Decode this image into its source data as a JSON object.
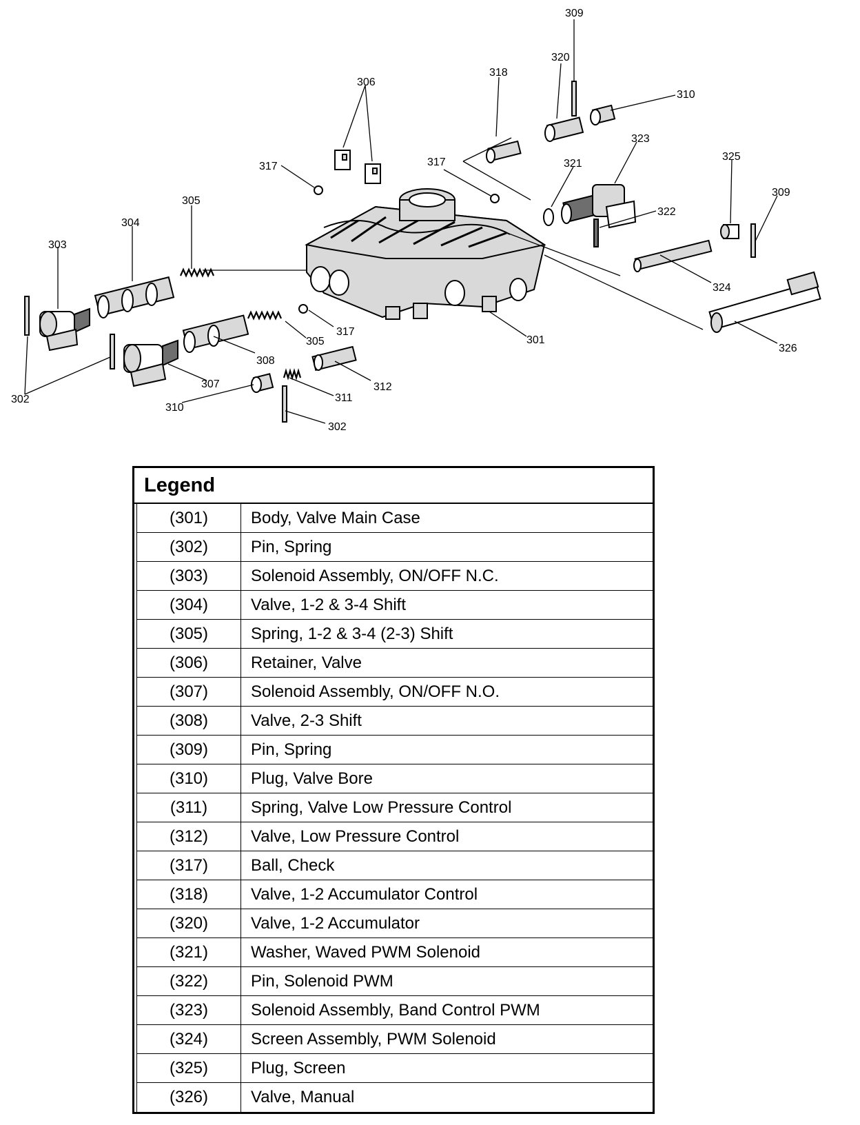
{
  "callouts": {
    "c309a": "309",
    "c320": "320",
    "c318": "318",
    "c310a": "310",
    "c306": "306",
    "c323": "323",
    "c317a": "317",
    "c317b": "317",
    "c321": "321",
    "c325": "325",
    "c309b": "309",
    "c305a": "305",
    "c322": "322",
    "c304": "304",
    "c303": "303",
    "c324": "324",
    "c317c": "317",
    "c305b": "305",
    "c301": "301",
    "c326": "326",
    "c308": "308",
    "c307": "307",
    "c312": "312",
    "c302a": "302",
    "c310b": "310",
    "c311": "311",
    "c302b": "302"
  },
  "legend": {
    "title": "Legend",
    "rows": [
      {
        "code": "(301)",
        "desc": "Body, Valve Main Case"
      },
      {
        "code": "(302)",
        "desc": "Pin, Spring"
      },
      {
        "code": "(303)",
        "desc": "Solenoid Assembly, ON/OFF N.C."
      },
      {
        "code": "(304)",
        "desc": "Valve, 1-2 & 3-4  Shift"
      },
      {
        "code": "(305)",
        "desc": "Spring, 1-2 & 3-4 (2-3) Shift"
      },
      {
        "code": "(306)",
        "desc": "Retainer, Valve"
      },
      {
        "code": "(307)",
        "desc": "Solenoid Assembly, ON/OFF N.O."
      },
      {
        "code": "(308)",
        "desc": "Valve, 2-3 Shift"
      },
      {
        "code": "(309)",
        "desc": "Pin, Spring"
      },
      {
        "code": "(310)",
        "desc": "Plug, Valve Bore"
      },
      {
        "code": "(311)",
        "desc": "Spring, Valve Low Pressure Control"
      },
      {
        "code": "(312)",
        "desc": "Valve, Low Pressure Control"
      },
      {
        "code": "(317)",
        "desc": "Ball, Check"
      },
      {
        "code": "(318)",
        "desc": "Valve, 1-2 Accumulator Control"
      },
      {
        "code": "(320)",
        "desc": "Valve, 1-2 Accumulator"
      },
      {
        "code": "(321)",
        "desc": "Washer, Waved PWM Solenoid"
      },
      {
        "code": "(322)",
        "desc": "Pin, Solenoid PWM"
      },
      {
        "code": "(323)",
        "desc": "Solenoid Assembly, Band Control PWM"
      },
      {
        "code": "(324)",
        "desc": "Screen Assembly, PWM Solenoid"
      },
      {
        "code": "(325)",
        "desc": "Plug, Screen"
      },
      {
        "code": "(326)",
        "desc": "Valve, Manual"
      }
    ]
  }
}
